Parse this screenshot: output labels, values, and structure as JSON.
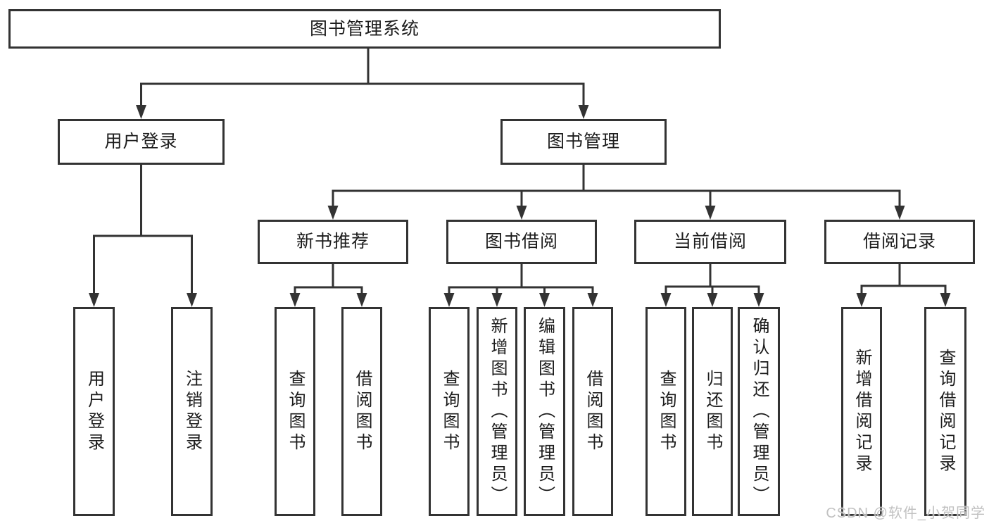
{
  "tree": {
    "label": "图书管理系统",
    "children": [
      {
        "label": "用户登录",
        "children": [
          {
            "label": "用户登录"
          },
          {
            "label": "注销登录"
          }
        ]
      },
      {
        "label": "图书管理",
        "children": [
          {
            "label": "新书推荐",
            "children": [
              {
                "label": "查询图书"
              },
              {
                "label": "借阅图书"
              }
            ]
          },
          {
            "label": "图书借阅",
            "children": [
              {
                "label": "查询图书"
              },
              {
                "label": "新增图书（管理员）"
              },
              {
                "label": "编辑图书（管理员）"
              },
              {
                "label": "借阅图书"
              }
            ]
          },
          {
            "label": "当前借阅",
            "children": [
              {
                "label": "查询图书"
              },
              {
                "label": "归还图书"
              },
              {
                "label": "确认归还（管理员）"
              }
            ]
          },
          {
            "label": "借阅记录",
            "children": [
              {
                "label": "新增借阅记录"
              },
              {
                "label": "查询借阅记录"
              }
            ]
          }
        ]
      }
    ]
  },
  "watermark": {
    "text": "CSDN @软件_小贺同学"
  },
  "colors": {
    "line": "#333333",
    "text": "#1c1c1c",
    "watermark": "#bebebe",
    "background": "#ffffff"
  }
}
